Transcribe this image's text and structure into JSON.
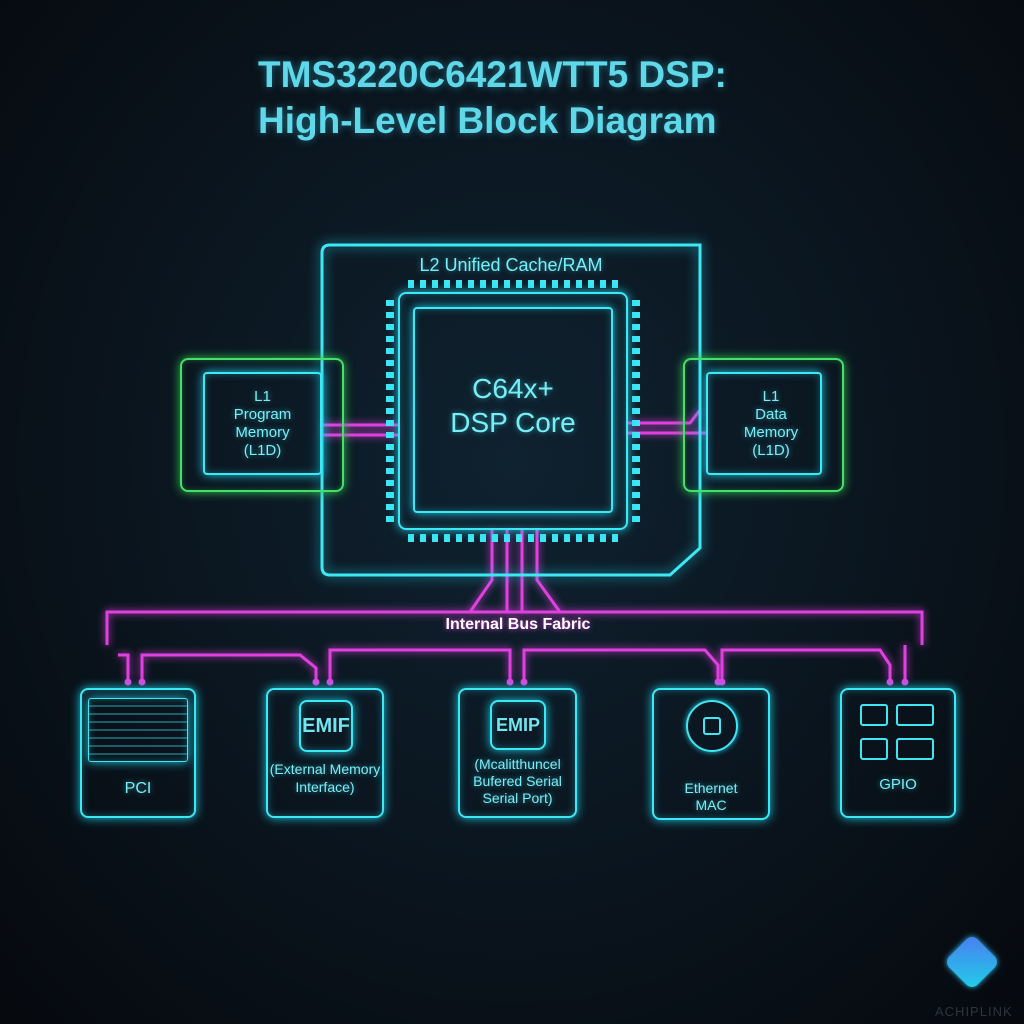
{
  "title": {
    "line1": "TMS3220C6421WTT5 DSP:",
    "line2": "High-Level Block Diagram"
  },
  "l2": {
    "label": "L2 Unified Cache/RAM"
  },
  "core": {
    "line1": "C64x+",
    "line2": "DSP Core"
  },
  "l1_program": {
    "line1": "L1",
    "line2": "Program",
    "line3": "Memory",
    "line4": "(L1D)"
  },
  "l1_data": {
    "line1": "L1",
    "line2": "Data",
    "line3": "Memory",
    "line4": "(L1D)"
  },
  "bus": {
    "label": "Internal Bus Fabric"
  },
  "peripherals": {
    "pci": {
      "label": "PCI"
    },
    "emif": {
      "icon": "EMIF",
      "line1": "(External Memory",
      "line2": "Interface)"
    },
    "emip": {
      "icon": "EMIP",
      "line1": "(Mcalitthuncel",
      "line2": "Bufered Serial",
      "line3": "Serial Port)"
    },
    "ethernet": {
      "line1": "Ethernet",
      "line2": "MAC"
    },
    "gpio": {
      "label": "GPIO"
    }
  },
  "logo": {
    "text": "ACHIPLINK"
  },
  "colors": {
    "cyan": "#3de8f5",
    "magenta": "#e040e0",
    "green": "#45e06a",
    "background": "#0a141d"
  }
}
